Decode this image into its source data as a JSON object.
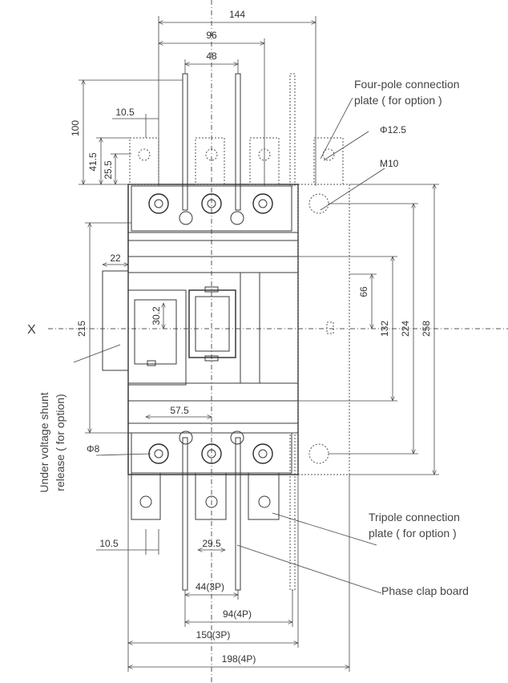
{
  "dimensions": {
    "d144": "144",
    "d96": "96",
    "d48": "48",
    "d100": "100",
    "d10_5_top": "10.5",
    "d41_5": "41.5",
    "d25_5": "25.5",
    "d215": "215",
    "d22": "22",
    "d30_2": "30.2",
    "d57_5": "57.5",
    "d66": "66",
    "d132": "132",
    "d224": "224",
    "d258": "258",
    "phi12_5": "Φ12.5",
    "m10": "M10",
    "phi8": "Φ8",
    "d10_5_bottom": "10.5",
    "d29_5": "29.5",
    "d44_num": "44",
    "d44_suffix": "(3P)",
    "d94_num": "94",
    "d94_suffix": "(4P)",
    "d150_num": "150",
    "d150_suffix": "(3P)",
    "d198_num": "198",
    "d198_suffix": "(4P)"
  },
  "labels": {
    "axis_x": "X",
    "four_pole_line1": "Four-pole connection",
    "four_pole_line2": "plate ( for option )",
    "shunt_line1": "Under voltage shunt",
    "shunt_line2": "release ( for option)",
    "tripole_line1": "Tripole connection",
    "tripole_line2": "plate ( for option )",
    "phase_clap": "Phase clap board"
  }
}
